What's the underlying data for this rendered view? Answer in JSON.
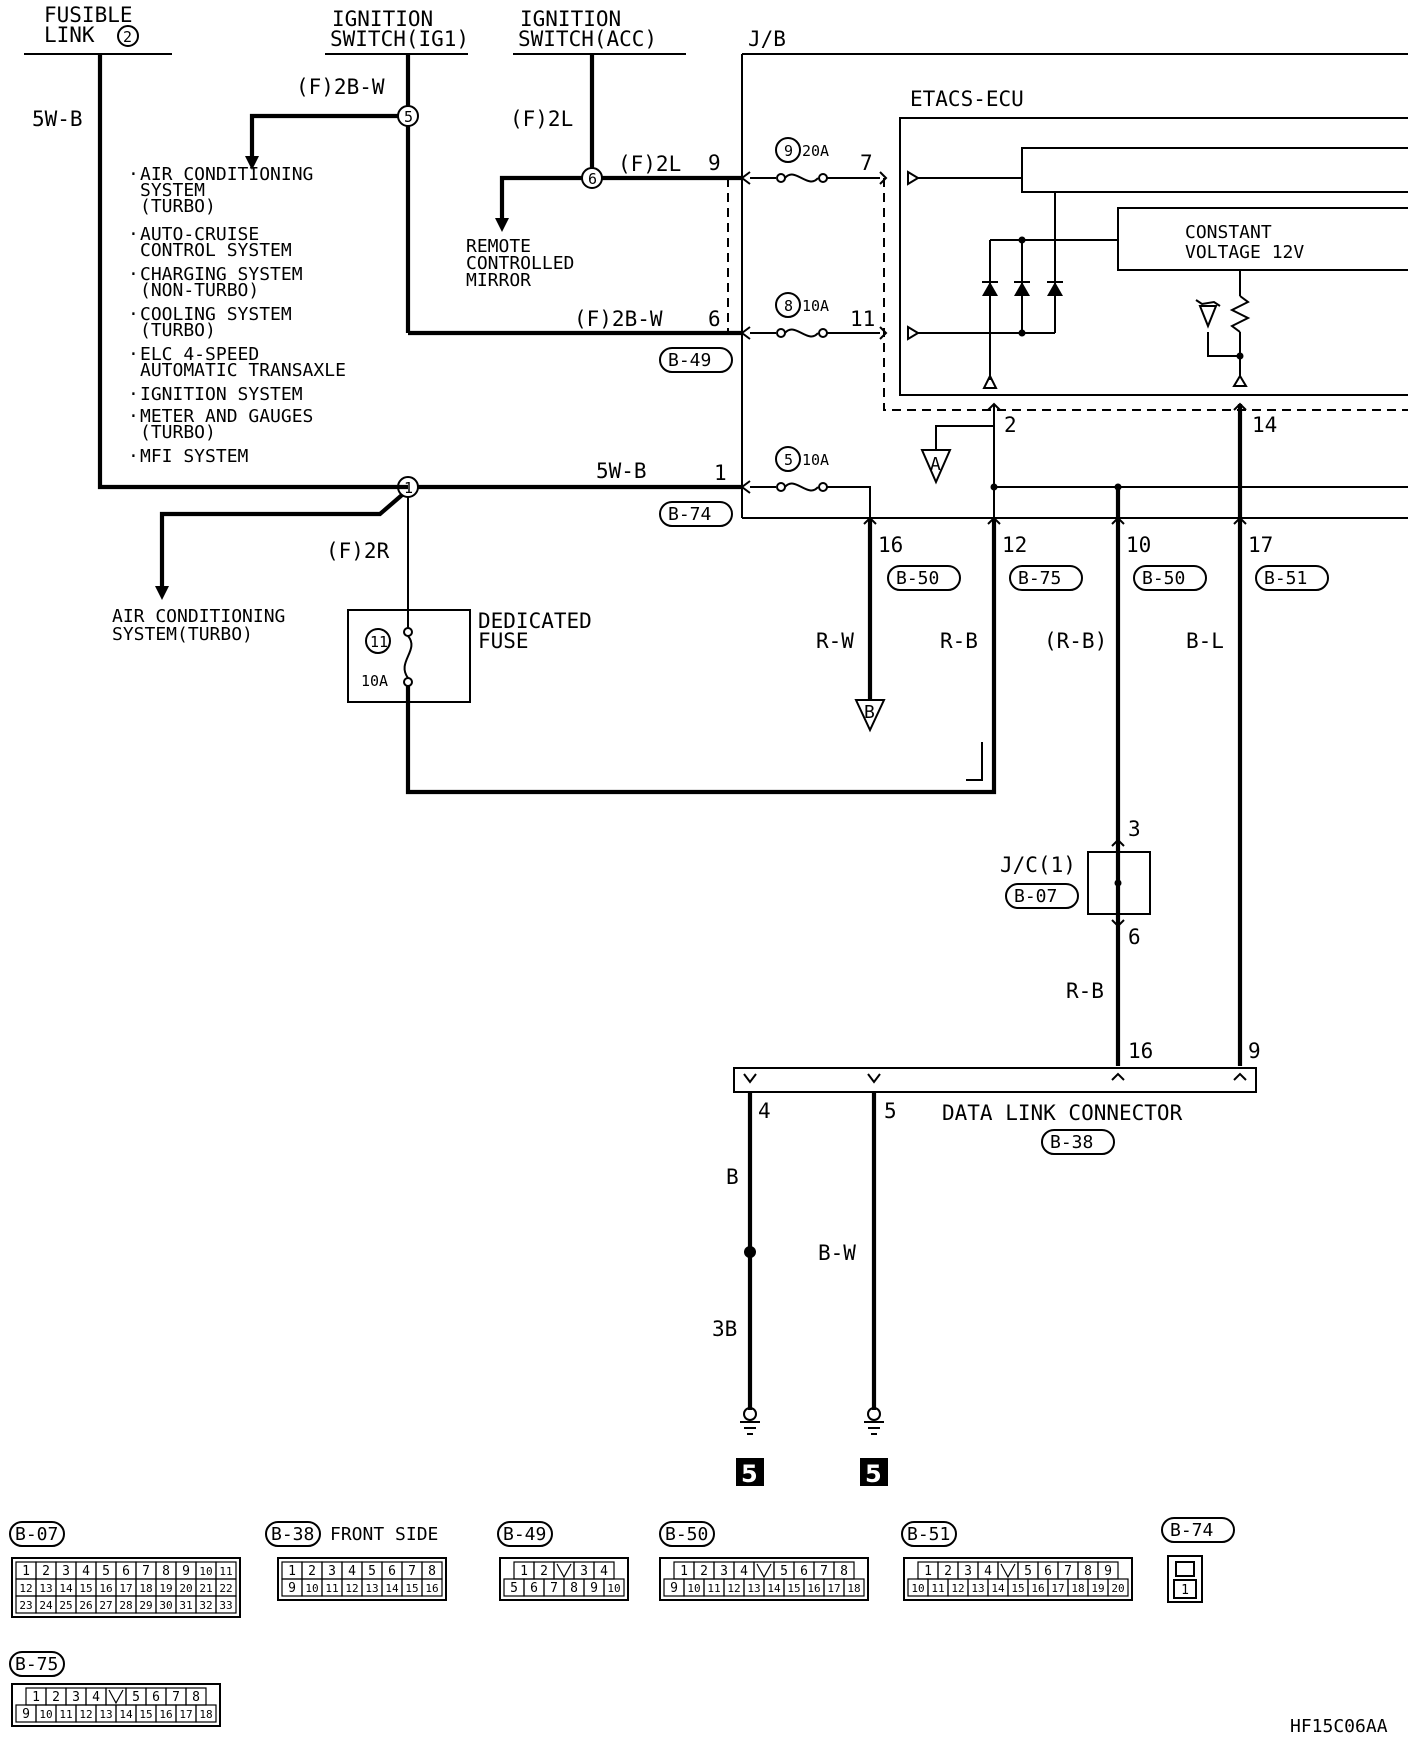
{
  "sources": {
    "fusible_link": [
      "FUSIBLE",
      "LINK"
    ],
    "fusible_link_no": "2",
    "ig1": [
      "IGNITION",
      "SWITCH(IG1)"
    ],
    "acc": [
      "IGNITION",
      "SWITCH(ACC)"
    ]
  },
  "splices": [
    "1",
    "5",
    "6"
  ],
  "wires": {
    "w5wb": "5W-B",
    "f2bw": "(F)2B-W",
    "f2l": "(F)2L",
    "f2r": "(F)2R",
    "rw": "R-W",
    "rb": "R-B",
    "rb_paren": "(R-B)",
    "bl": "B-L",
    "b": "B",
    "bw": "B-W",
    "b3": "3B"
  },
  "ig1_systems": [
    [
      "AIR CONDITIONING",
      "SYSTEM",
      "(TURBO)"
    ],
    [
      "AUTO-CRUISE",
      "CONTROL SYSTEM"
    ],
    [
      "CHARGING SYSTEM",
      "(NON-TURBO)"
    ],
    [
      "COOLING SYSTEM",
      "(TURBO)"
    ],
    [
      "ELC 4-SPEED",
      "AUTOMATIC TRANSAXLE"
    ],
    [
      "IGNITION SYSTEM"
    ],
    [
      "METER AND GAUGES",
      "(TURBO)"
    ],
    [
      "MFI SYSTEM"
    ]
  ],
  "remote_mirror": [
    "REMOTE",
    "CONTROLLED",
    "MIRROR"
  ],
  "ac_system": [
    "AIR CONDITIONING",
    "SYSTEM(TURBO)"
  ],
  "jb": {
    "label": "J/B",
    "fuses": [
      {
        "no": "9",
        "amp": "20A"
      },
      {
        "no": "8",
        "amp": "10A"
      },
      {
        "no": "5",
        "amp": "10A"
      }
    ]
  },
  "etacs": {
    "label": "ETACS-ECU",
    "constant_voltage": [
      "CONSTANT",
      "VOLTAGE 12V"
    ]
  },
  "dedicated_fuse": {
    "label": [
      "DEDICATED",
      "FUSE"
    ],
    "no": "11",
    "amp": "10A"
  },
  "junction": {
    "label": "J/C(1)",
    "connector": "B-07"
  },
  "dlc": {
    "label": "DATA LINK CONNECTOR",
    "connector": "B-38"
  },
  "pins": {
    "p9": "9",
    "p7": "7",
    "p6": "6",
    "p11": "11",
    "p1": "1",
    "p2": "2",
    "p14": "14",
    "p16": "16",
    "p12": "12",
    "p10": "10",
    "p17": "17",
    "jc3": "3",
    "jc6": "6",
    "dlc16": "16",
    "dlc9": "9",
    "dlc4": "4",
    "dlc5": "5"
  },
  "connectors": {
    "b49": "B-49",
    "b74": "B-74",
    "b50": "B-50",
    "b75": "B-75",
    "b51": "B-51"
  },
  "refs": {
    "a": "A",
    "b": "B"
  },
  "grounds": [
    "5",
    "5"
  ],
  "pinouts": {
    "b07": {
      "name": "B-07",
      "rows": [
        [
          "1",
          "2",
          "3",
          "4",
          "5",
          "6",
          "7",
          "8",
          "9",
          "10",
          "11"
        ],
        [
          "12",
          "13",
          "14",
          "15",
          "16",
          "17",
          "18",
          "19",
          "20",
          "21",
          "22"
        ],
        [
          "23",
          "24",
          "25",
          "26",
          "27",
          "28",
          "29",
          "30",
          "31",
          "32",
          "33"
        ]
      ]
    },
    "b38": {
      "name": "B-38",
      "title": "FRONT SIDE",
      "rows": [
        [
          "1",
          "2",
          "3",
          "4",
          "5",
          "6",
          "7",
          "8"
        ],
        [
          "9",
          "10",
          "11",
          "12",
          "13",
          "14",
          "15",
          "16"
        ]
      ]
    },
    "b49": {
      "name": "B-49",
      "rows": [
        [
          "1",
          "2",
          "",
          "3",
          "4"
        ],
        [
          "5",
          "6",
          "7",
          "8",
          "9",
          "10"
        ]
      ]
    },
    "b50": {
      "name": "B-50",
      "rows": [
        [
          "1",
          "2",
          "3",
          "4",
          "",
          "5",
          "6",
          "7",
          "8"
        ],
        [
          "9",
          "10",
          "11",
          "12",
          "13",
          "14",
          "15",
          "16",
          "17",
          "18"
        ]
      ]
    },
    "b51": {
      "name": "B-51",
      "rows": [
        [
          "1",
          "2",
          "3",
          "4",
          "",
          "5",
          "6",
          "7",
          "8",
          "9"
        ],
        [
          "10",
          "11",
          "12",
          "13",
          "14",
          "15",
          "16",
          "17",
          "18",
          "19",
          "20"
        ]
      ]
    },
    "b74": {
      "name": "B-74",
      "rows": [
        [
          "1"
        ]
      ]
    },
    "b75": {
      "name": "B-75",
      "rows": [
        [
          "1",
          "2",
          "3",
          "4",
          "",
          "5",
          "6",
          "7",
          "8"
        ],
        [
          "9",
          "10",
          "11",
          "12",
          "13",
          "14",
          "15",
          "16",
          "17",
          "18"
        ]
      ]
    }
  },
  "figure_code": "HF15C06AA"
}
